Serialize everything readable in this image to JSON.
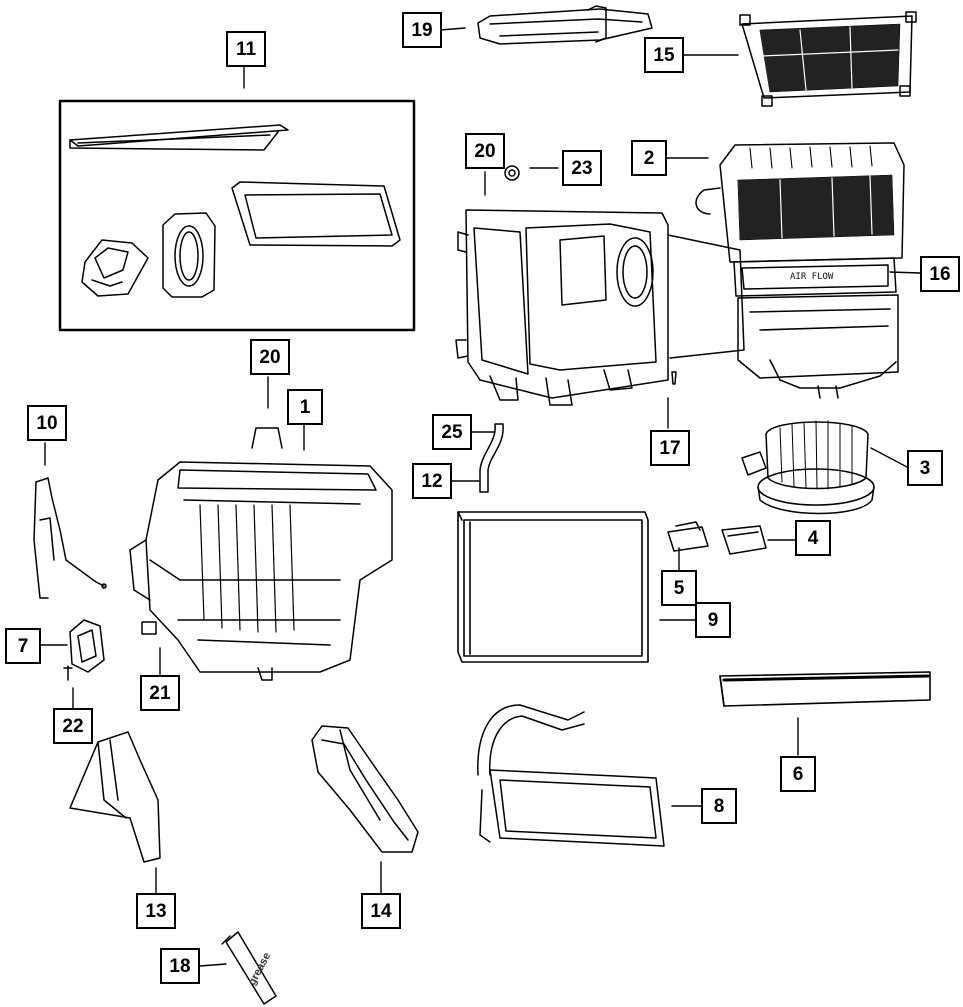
{
  "diagram": {
    "callouts": [
      "1",
      "2",
      "3",
      "4",
      "5",
      "6",
      "7",
      "8",
      "9",
      "10",
      "11",
      "12",
      "13",
      "14",
      "15",
      "16",
      "17",
      "18",
      "19",
      "20",
      "20",
      "21",
      "22",
      "23",
      "25"
    ],
    "grease_tube_text": "grease",
    "flow_text": "AIR FLOW"
  }
}
